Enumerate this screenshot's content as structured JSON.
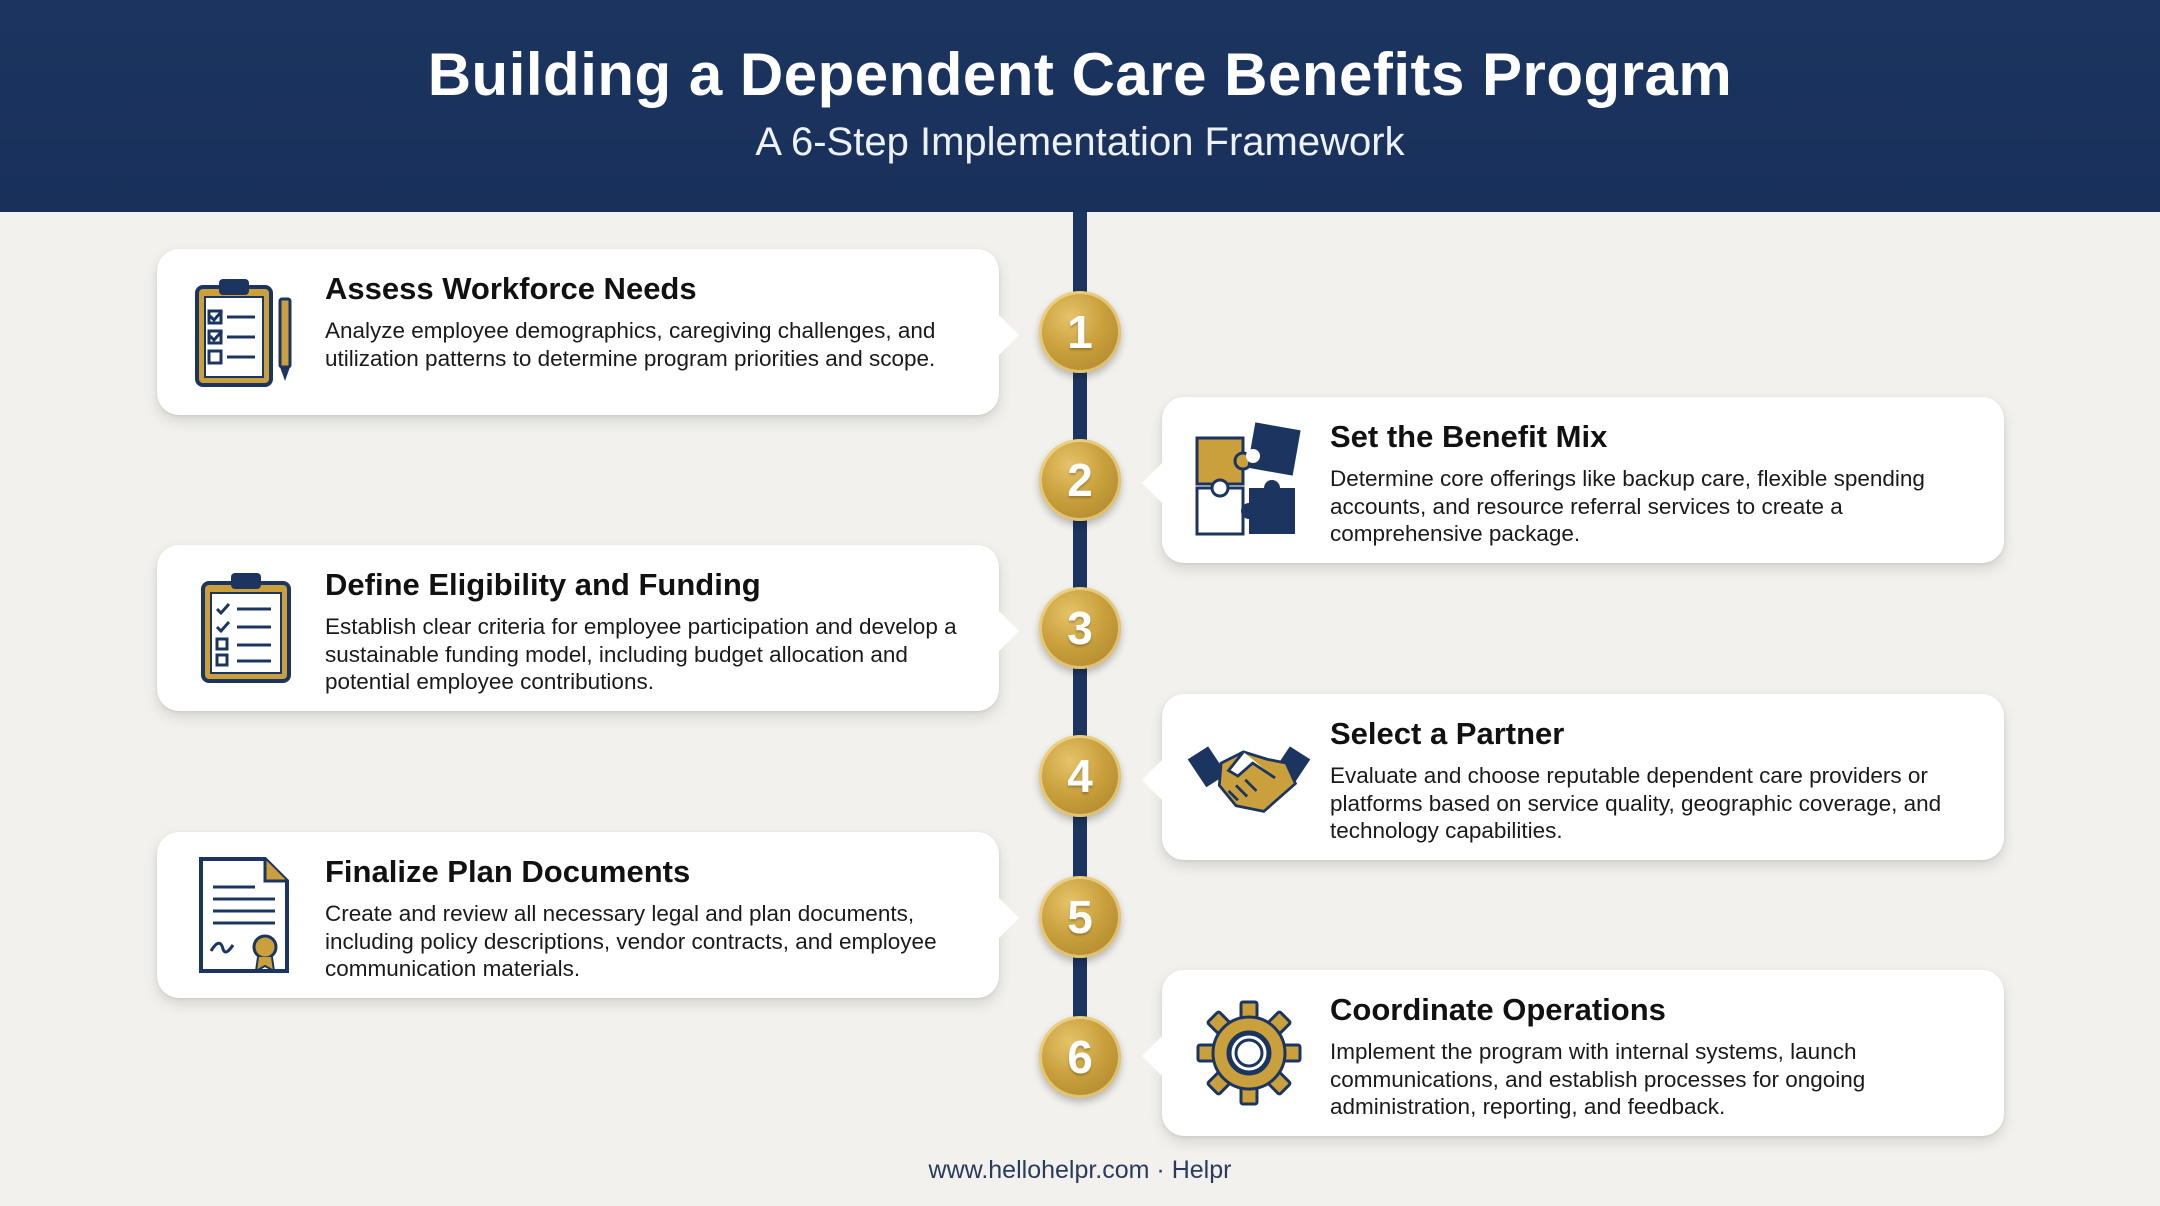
{
  "header": {
    "title": "Building a Dependent Care Benefits Program",
    "subtitle": "A 6-Step Implementation Framework"
  },
  "colors": {
    "navy": "#1c3560",
    "gold": "#c9a03c",
    "background": "#f2f1ed",
    "card": "#ffffff"
  },
  "steps": [
    {
      "number": "1",
      "title": "Assess Workforce Needs",
      "description": "Analyze employee demographics, caregiving challenges, and utilization patterns to determine program priorities and scope.",
      "icon": "clipboard-checklist-icon"
    },
    {
      "number": "2",
      "title": "Set the Benefit Mix",
      "description": "Determine core offerings like backup care, flexible spending accounts, and resource referral services to create a comprehensive package.",
      "icon": "puzzle-pieces-icon"
    },
    {
      "number": "3",
      "title": "Define Eligibility and Funding",
      "description": "Establish clear criteria for employee participation and develop a sustainable funding model, including budget allocation and potential employee contributions.",
      "icon": "checklist-clipboard-icon"
    },
    {
      "number": "4",
      "title": "Select a Partner",
      "description": "Evaluate and choose reputable dependent care providers or platforms based on service quality, geographic coverage, and technology capabilities.",
      "icon": "handshake-icon"
    },
    {
      "number": "5",
      "title": "Finalize Plan Documents",
      "description": "Create and review all necessary legal and plan documents, including policy descriptions, vendor contracts, and employee communication materials.",
      "icon": "signed-document-icon"
    },
    {
      "number": "6",
      "title": "Coordinate Operations",
      "description": "Implement the program with internal systems, launch communications, and establish processes for ongoing administration, reporting, and feedback.",
      "icon": "gear-icon"
    }
  ],
  "footer": {
    "text": "www.hellohelpr.com · Helpr"
  }
}
